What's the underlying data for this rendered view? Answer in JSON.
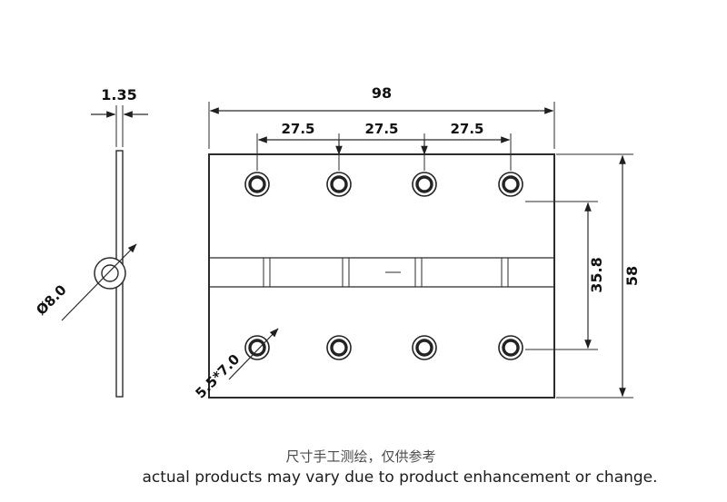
{
  "drawing": {
    "type": "hinge-technical-dimension-drawing",
    "line_color": "#2b2b2b",
    "dims": {
      "thickness": "1.35",
      "total_width": "98",
      "spacing_a": "27.5",
      "spacing_b": "27.5",
      "spacing_c": "27.5",
      "hole_rows_span": "35.8",
      "total_height": "58",
      "pin_diameter": "Ø8.0",
      "screw_hole_size": "5.5*7.0"
    }
  },
  "footer": {
    "note_zh": "尺寸手工测绘，仅供参考",
    "note_en": "actual products may vary due to product enhancement or change."
  }
}
